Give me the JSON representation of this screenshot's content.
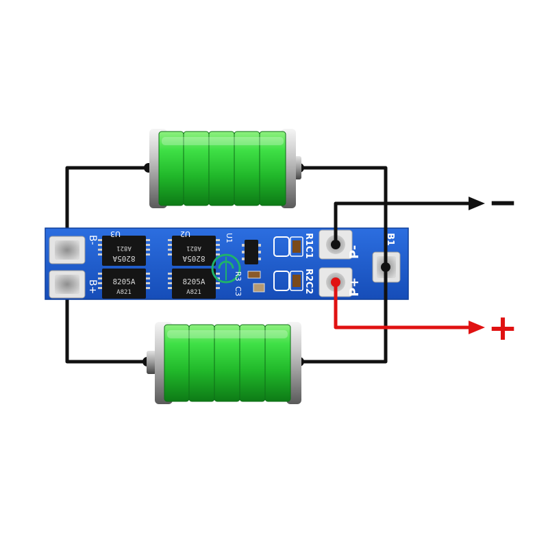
{
  "colors": {
    "board": "#1f5fcf",
    "wire_negative": "#111111",
    "wire_positive": "#e01212",
    "battery_green": "#2fcf3a",
    "pad": "#c9c9c9",
    "chip": "#151515"
  },
  "board": {
    "pad_labels": {
      "b_minus": "B-",
      "b_plus": "B+",
      "p_minus": "P-",
      "p_plus": "P+",
      "b1": "B1"
    },
    "chip_labels": {
      "u3": "U3",
      "u2": "U2",
      "u1": "U1",
      "r1c1": "R1C1",
      "r2c2": "R2C2",
      "r3": "R3",
      "c3": "C3"
    },
    "mosfets": [
      {
        "top": "8205A",
        "bottom": "A821"
      },
      {
        "top": "8205A",
        "bottom": "A821"
      },
      {
        "top": "8205A",
        "bottom": "A821"
      },
      {
        "top": "8205A",
        "bottom": "A821"
      }
    ]
  },
  "terminals": {
    "negative_sign": "−",
    "positive_sign": "+"
  },
  "icons": {
    "battery": "battery-icon",
    "arrow": "arrow-right-icon"
  }
}
